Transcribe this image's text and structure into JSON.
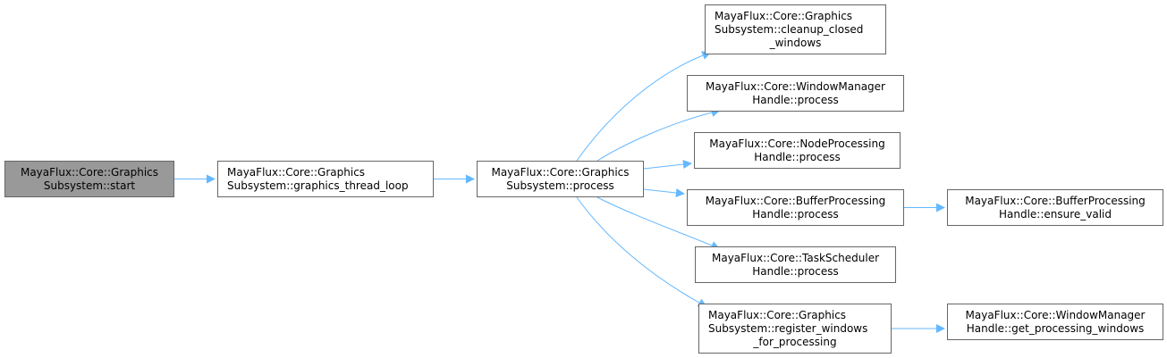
{
  "diagram": {
    "type": "call-graph",
    "edge_color": "#63b8ff",
    "root_fill": "#999999",
    "node_fill": "#ffffff",
    "node_border": "#666666",
    "nodes": [
      {
        "id": "start",
        "lines": [
          "MayaFlux::Core::Graphics",
          "Subsystem::start"
        ],
        "root": true
      },
      {
        "id": "graphics_thread_loop",
        "lines": [
          "MayaFlux::Core::Graphics",
          "Subsystem::graphics_thread_loop"
        ]
      },
      {
        "id": "process",
        "lines": [
          "MayaFlux::Core::Graphics",
          "Subsystem::process"
        ]
      },
      {
        "id": "cleanup_closed_windows",
        "lines": [
          "MayaFlux::Core::Graphics",
          "Subsystem::cleanup_closed",
          "_windows"
        ]
      },
      {
        "id": "wm_process",
        "lines": [
          "MayaFlux::Core::WindowManager",
          "Handle::process"
        ]
      },
      {
        "id": "np_process",
        "lines": [
          "MayaFlux::Core::NodeProcessing",
          "Handle::process"
        ]
      },
      {
        "id": "bp_process",
        "lines": [
          "MayaFlux::Core::BufferProcessing",
          "Handle::process"
        ]
      },
      {
        "id": "ts_process",
        "lines": [
          "MayaFlux::Core::TaskScheduler",
          "Handle::process"
        ]
      },
      {
        "id": "register_windows",
        "lines": [
          "MayaFlux::Core::Graphics",
          "Subsystem::register_windows",
          "_for_processing"
        ]
      },
      {
        "id": "ensure_valid",
        "lines": [
          "MayaFlux::Core::BufferProcessing",
          "Handle::ensure_valid"
        ]
      },
      {
        "id": "get_processing_windows",
        "lines": [
          "MayaFlux::Core::WindowManager",
          "Handle::get_processing_windows"
        ]
      }
    ],
    "edges": [
      {
        "from": "start",
        "to": "graphics_thread_loop"
      },
      {
        "from": "graphics_thread_loop",
        "to": "process"
      },
      {
        "from": "process",
        "to": "cleanup_closed_windows"
      },
      {
        "from": "process",
        "to": "wm_process"
      },
      {
        "from": "process",
        "to": "np_process"
      },
      {
        "from": "process",
        "to": "bp_process"
      },
      {
        "from": "process",
        "to": "ts_process"
      },
      {
        "from": "process",
        "to": "register_windows"
      },
      {
        "from": "bp_process",
        "to": "ensure_valid"
      },
      {
        "from": "register_windows",
        "to": "get_processing_windows"
      }
    ]
  }
}
